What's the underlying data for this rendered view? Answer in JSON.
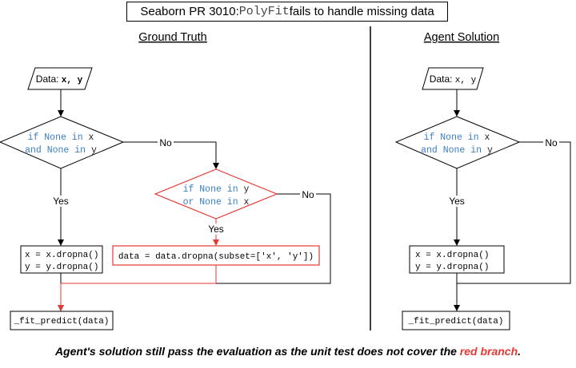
{
  "title": {
    "prefix": "Seaborn PR 3010: ",
    "code": "PolyFit",
    "suffix": " fails to handle missing data"
  },
  "left": {
    "heading": "Ground Truth",
    "data_label": "Data: ",
    "data_vars": "x, y",
    "cond1_line1_a": "if None in ",
    "cond1_line1_b": "x",
    "cond1_line2_a": "and None in ",
    "cond1_line2_b": "y",
    "no1": "No",
    "yes1": "Yes",
    "cond2_line1_a": "if None in ",
    "cond2_line1_b": "y",
    "cond2_line2_a": "or None in ",
    "cond2_line2_b": "x",
    "no2": "No",
    "yes2": "Yes",
    "dropna_line1": "x = x.dropna()",
    "dropna_line2": "y = y.dropna()",
    "data_dropna": "data = data.dropna(subset=['x', 'y'])",
    "fit": "_fit_predict(data)"
  },
  "right": {
    "heading": "Agent Solution",
    "data_label": "Data: ",
    "data_vars": "x, y",
    "cond1_line1_a": "if None in ",
    "cond1_line1_b": "x",
    "cond1_line2_a": "and None in ",
    "cond1_line2_b": "y",
    "no1": "No",
    "yes1": "Yes",
    "dropna_line1": "x = x.dropna()",
    "dropna_line2": "y = y.dropna()",
    "fit": "_fit_predict(data)"
  },
  "caption": {
    "text": "Agent's solution still pass the evaluation as the unit test does not cover the ",
    "red": "red branch",
    "end": "."
  },
  "colors": {
    "red": "#e53935",
    "code_blue": "#3b7fc4"
  }
}
